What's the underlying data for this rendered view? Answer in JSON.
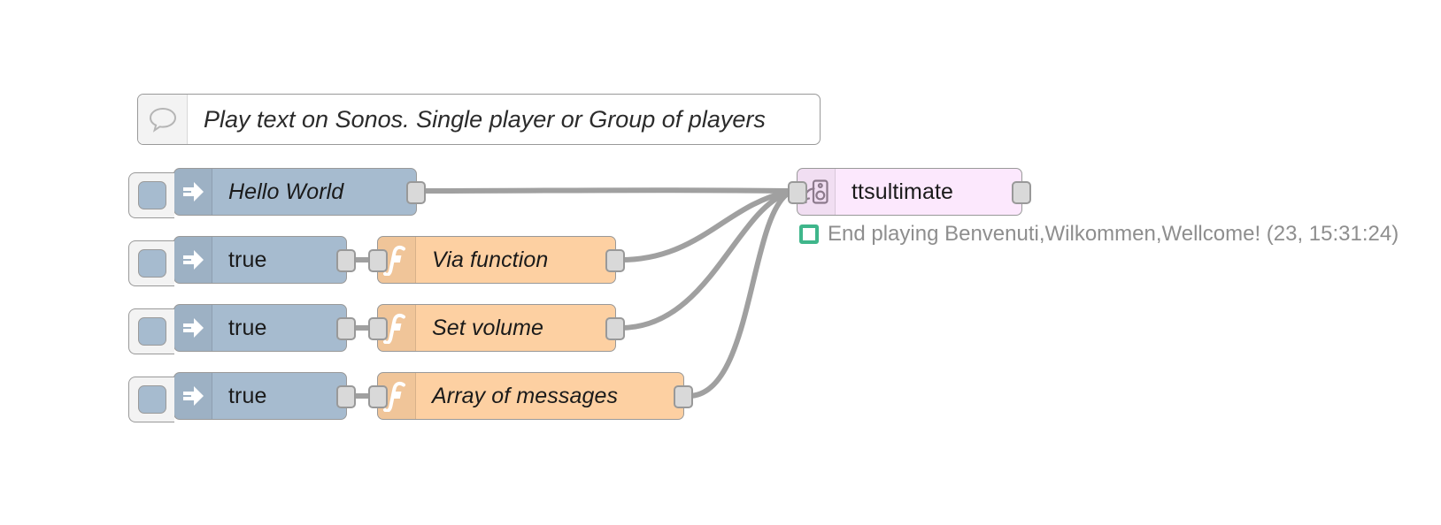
{
  "canvas": {
    "background": "#ffffff",
    "wire_color": "#a0a0a0"
  },
  "palette": {
    "inject_color": "#a6bbcf",
    "function_color": "#fdd0a2",
    "tts_color": "#fce8fd",
    "comment_color": "#ffffff",
    "port_fill": "#d9d9d9",
    "port_border": "#999999",
    "node_border": "#999999",
    "status_green": "#3fb68b",
    "status_text_color": "#8e8e8e"
  },
  "comment": {
    "icon": "comment-bubble-icon",
    "text": "Play text on Sonos. Single player or Group of players"
  },
  "nodes": [
    {
      "id": "inject-hello-world",
      "type": "inject",
      "icon": "inject-arrow-icon",
      "label": "Hello World",
      "italic": true,
      "button": "inject-trigger-button"
    },
    {
      "id": "inject-true-1",
      "type": "inject",
      "icon": "inject-arrow-icon",
      "label": "true",
      "italic": false,
      "button": "inject-trigger-button"
    },
    {
      "id": "inject-true-2",
      "type": "inject",
      "icon": "inject-arrow-icon",
      "label": "true",
      "italic": false,
      "button": "inject-trigger-button"
    },
    {
      "id": "inject-true-3",
      "type": "inject",
      "icon": "inject-arrow-icon",
      "label": "true",
      "italic": false,
      "button": "inject-trigger-button"
    },
    {
      "id": "function-via-function",
      "type": "function",
      "icon": "function-f-icon",
      "label": "Via function",
      "italic": true
    },
    {
      "id": "function-set-volume",
      "type": "function",
      "icon": "function-f-icon",
      "label": "Set volume",
      "italic": true
    },
    {
      "id": "function-array-of-messages",
      "type": "function",
      "icon": "function-f-icon",
      "label": "Array of messages",
      "italic": true
    },
    {
      "id": "tts-ultimate",
      "type": "ttsultimate",
      "icon": "speaker-signal-icon",
      "label": "ttsultimate",
      "italic": false
    }
  ],
  "status": {
    "node": "tts-ultimate",
    "indicator": "status-ring-green",
    "text": "End playing Benvenuti,Wilkommen,Wellcome! (23, 15:31:24)"
  }
}
